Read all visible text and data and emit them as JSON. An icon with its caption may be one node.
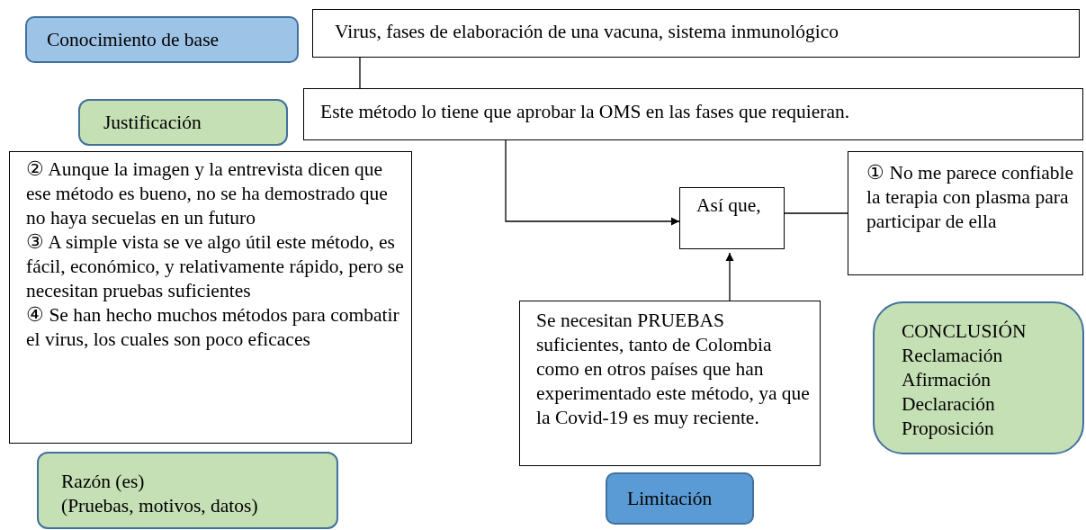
{
  "diagram": {
    "nodes": [
      {
        "text": [
          "Conocimiento de base"
        ]
      },
      {
        "text": [
          "Virus, fases de elaboración de una vacuna, sistema inmunológico"
        ]
      },
      {
        "text": [
          "Justificación"
        ]
      },
      {
        "text": [
          "Este método lo tiene que aprobar la OMS en las fases que requieran."
        ]
      },
      {
        "text": [
          "② Aunque la imagen y la entrevista dicen que ese método es bueno, no se ha demostrado que no haya secuelas en un futuro",
          "③ A simple vista se ve algo útil este método, es fácil, económico, y relativamente rápido, pero se necesitan pruebas suficientes",
          "④ Se han hecho muchos métodos para combatir el virus, los cuales son poco eficaces"
        ]
      },
      {
        "text": [
          "Razón (es)",
          "(Pruebas, motivos, datos)"
        ]
      },
      {
        "text": [
          "Así que,"
        ]
      },
      {
        "text": [
          "① No me parece confiable la terapia con plasma para participar de ella"
        ]
      },
      {
        "text": [
          "Se necesitan PRUEBAS suficientes, tanto de Colombia como en otros países que han experimentado este método, ya que la Covid-19 es muy reciente."
        ]
      },
      {
        "text": [
          "Limitación"
        ]
      },
      {
        "text": [
          "CONCLUSIÓN",
          "Reclamación",
          "Afirmación",
          "Declaración",
          "Proposición"
        ]
      }
    ],
    "edges": [
      {
        "from": 1,
        "to": 3,
        "arrow": "none"
      },
      {
        "from": 3,
        "to": 6,
        "arrow": "to"
      },
      {
        "from": 6,
        "to": 7,
        "arrow": "none"
      },
      {
        "from": 8,
        "to": 6,
        "arrow": "to"
      }
    ]
  }
}
